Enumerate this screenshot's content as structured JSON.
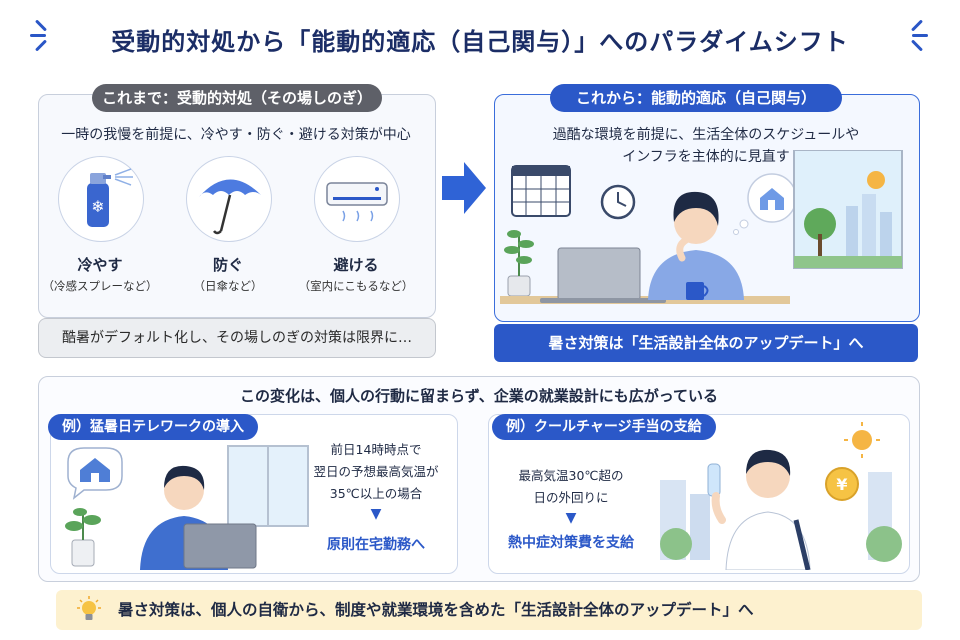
{
  "title": "受動的対処から「能動的適応（自己関与）」へのパラダイムシフト",
  "before": {
    "label": "これまで：受動的対処（その場しのぎ）",
    "description": "一時の我慢を前提に、冷やす・防ぐ・避ける対策が中心",
    "items": [
      {
        "icon": "cooling-spray-icon",
        "title": "冷やす",
        "sub": "（冷感スプレーなど）"
      },
      {
        "icon": "parasol-icon",
        "title": "防ぐ",
        "sub": "（日傘など）"
      },
      {
        "icon": "air-conditioner-icon",
        "title": "避ける",
        "sub": "（室内にこもるなど）"
      }
    ],
    "note": "酷暑がデフォルト化し、その場しのぎの対策は限界に…"
  },
  "after": {
    "label": "これから：能動的適応（自己関与）",
    "description_line1": "過酷な環境を前提に、生活全体のスケジュールや",
    "description_line2": "インフラを主体的に見直す",
    "banner": "暑さ対策は「生活設計全体のアップデート」へ"
  },
  "bottom": {
    "heading": "この変化は、個人の行動に留まらず、企業の就業設計にも広がっている",
    "example1": {
      "tab": "例）猛暑日テレワークの導入",
      "line1": "前日14時時点で",
      "line2": "翌日の予想最高気温が",
      "line3": "35℃以上の場合",
      "result": "原則在宅勤務へ"
    },
    "example2": {
      "tab": "例）クールチャージ手当の支給",
      "line1": "最高気温30℃超の",
      "line2": "日の外回りに",
      "result": "熱中症対策費を支給"
    }
  },
  "footer": "暑さ対策は、個人の自衛から、制度や就業環境を含めた「生活設計全体のアップデート」へ",
  "colors": {
    "accent": "#2b58c8",
    "navy": "#1b2d66",
    "gray_pill": "#5e6068",
    "footer_bg": "#fdf1cf"
  }
}
